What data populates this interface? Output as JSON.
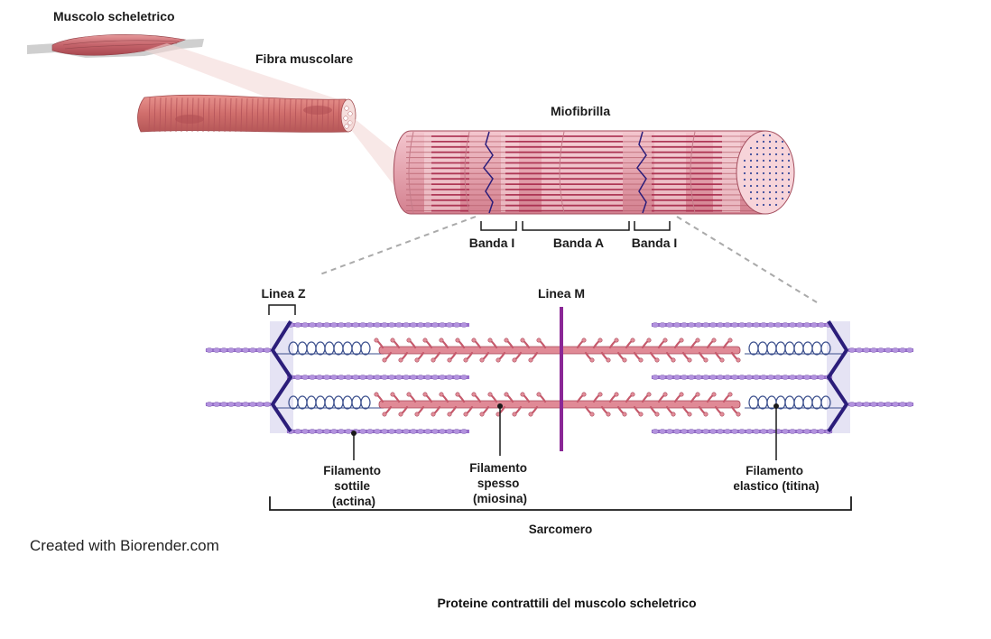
{
  "labels": {
    "muscle": "Muscolo scheletrico",
    "fiber": "Fibra muscolare",
    "myofibril": "Miofibrilla",
    "band_i_left": "Banda I",
    "band_a": "Banda A",
    "band_i_right": "Banda I",
    "z_line": "Linea Z",
    "m_line": "Linea M",
    "thin_filament": [
      "Filamento",
      "sottile",
      "(actina)"
    ],
    "thick_filament": [
      "Filamento",
      "spesso",
      "(miosina)"
    ],
    "elastic_filament": [
      "Filamento",
      "elastico (titina)"
    ],
    "sarcomere": "Sarcomero"
  },
  "credit": "Created with Biorender.com",
  "caption": "Proteine contrattili del muscolo scheletrico",
  "colors": {
    "muscle": "#c76a6f",
    "myofibril": "#e08c94",
    "actin": "#9b6fcf",
    "myosin": "#d9707e",
    "z_line": "#2b1d7a",
    "m_line": "#8a2796",
    "titin": "#3a4e8c"
  }
}
